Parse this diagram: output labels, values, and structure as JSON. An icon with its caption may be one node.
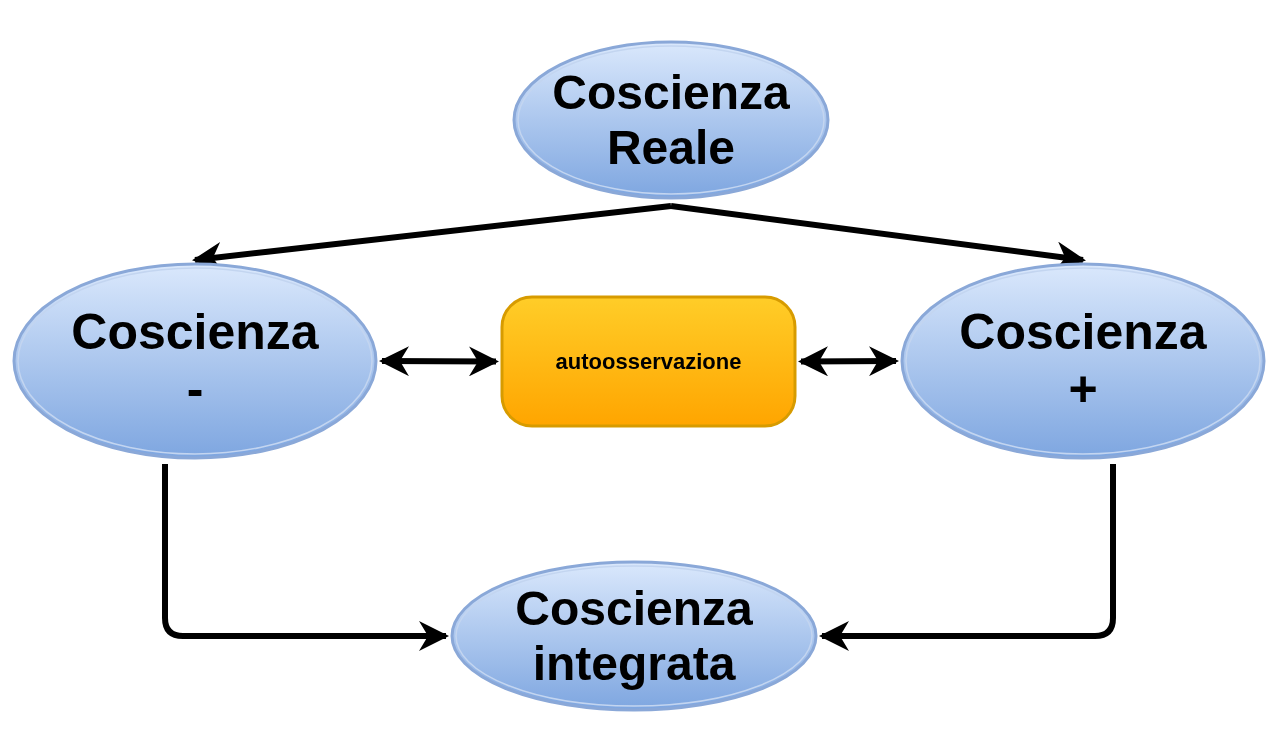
{
  "diagram": {
    "nodes": [
      {
        "text": [
          "Coscienza Reale"
        ]
      },
      {
        "text": [
          "Coscienza -"
        ]
      },
      {
        "text": [
          "autoosservazione"
        ]
      },
      {
        "text": [
          "Coscienza +"
        ]
      },
      {
        "text": [
          "Coscienza integrata"
        ]
      }
    ],
    "edges": [
      {
        "from": 0,
        "to": 1,
        "arrow": "to"
      },
      {
        "from": 0,
        "to": 3,
        "arrow": "to"
      },
      {
        "from": 1,
        "to": 2,
        "arrow": "both"
      },
      {
        "from": 2,
        "to": 3,
        "arrow": "both"
      },
      {
        "from": 1,
        "to": 4,
        "arrow": "to"
      },
      {
        "from": 3,
        "to": 4,
        "arrow": "to"
      }
    ]
  }
}
